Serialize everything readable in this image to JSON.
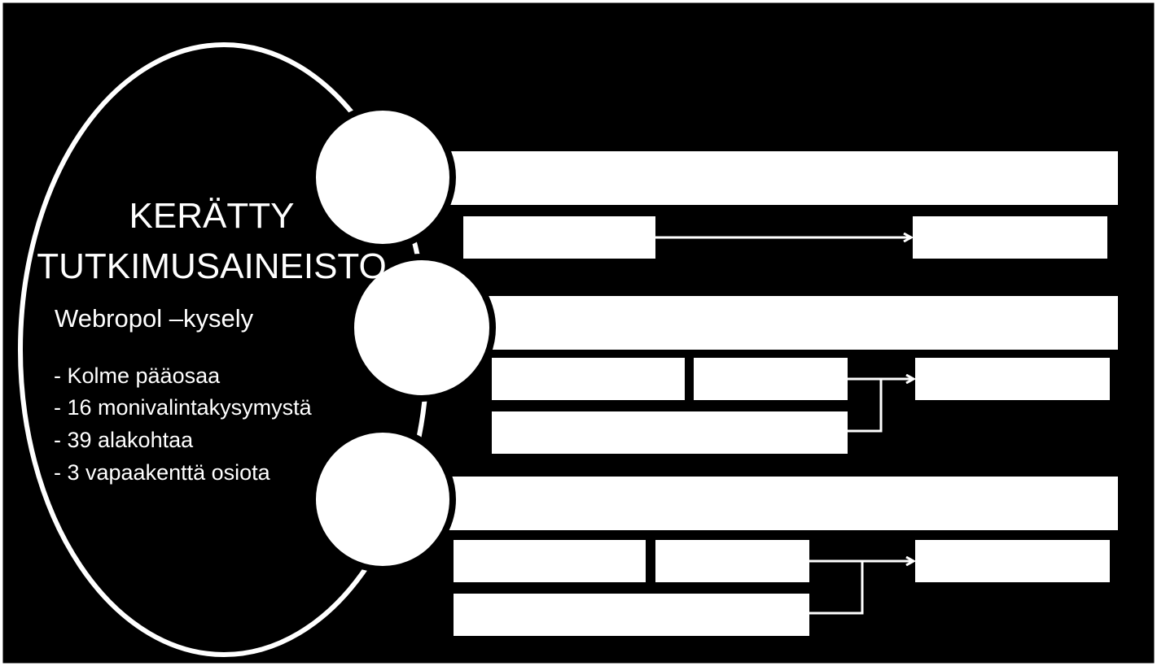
{
  "diagram": {
    "title_line1": "KERÄTTY",
    "title_line2": "TUTKIMUSAINEISTO",
    "subtitle": "Webropol –kysely",
    "bullets": [
      "- Kolme pääosaa",
      "- 16 monivalintakysymystä",
      "- 39 alakohtaa",
      "- 3 vapaakenttä osiota"
    ],
    "colors": {
      "background": "#000000",
      "foreground": "#ffffff"
    }
  }
}
